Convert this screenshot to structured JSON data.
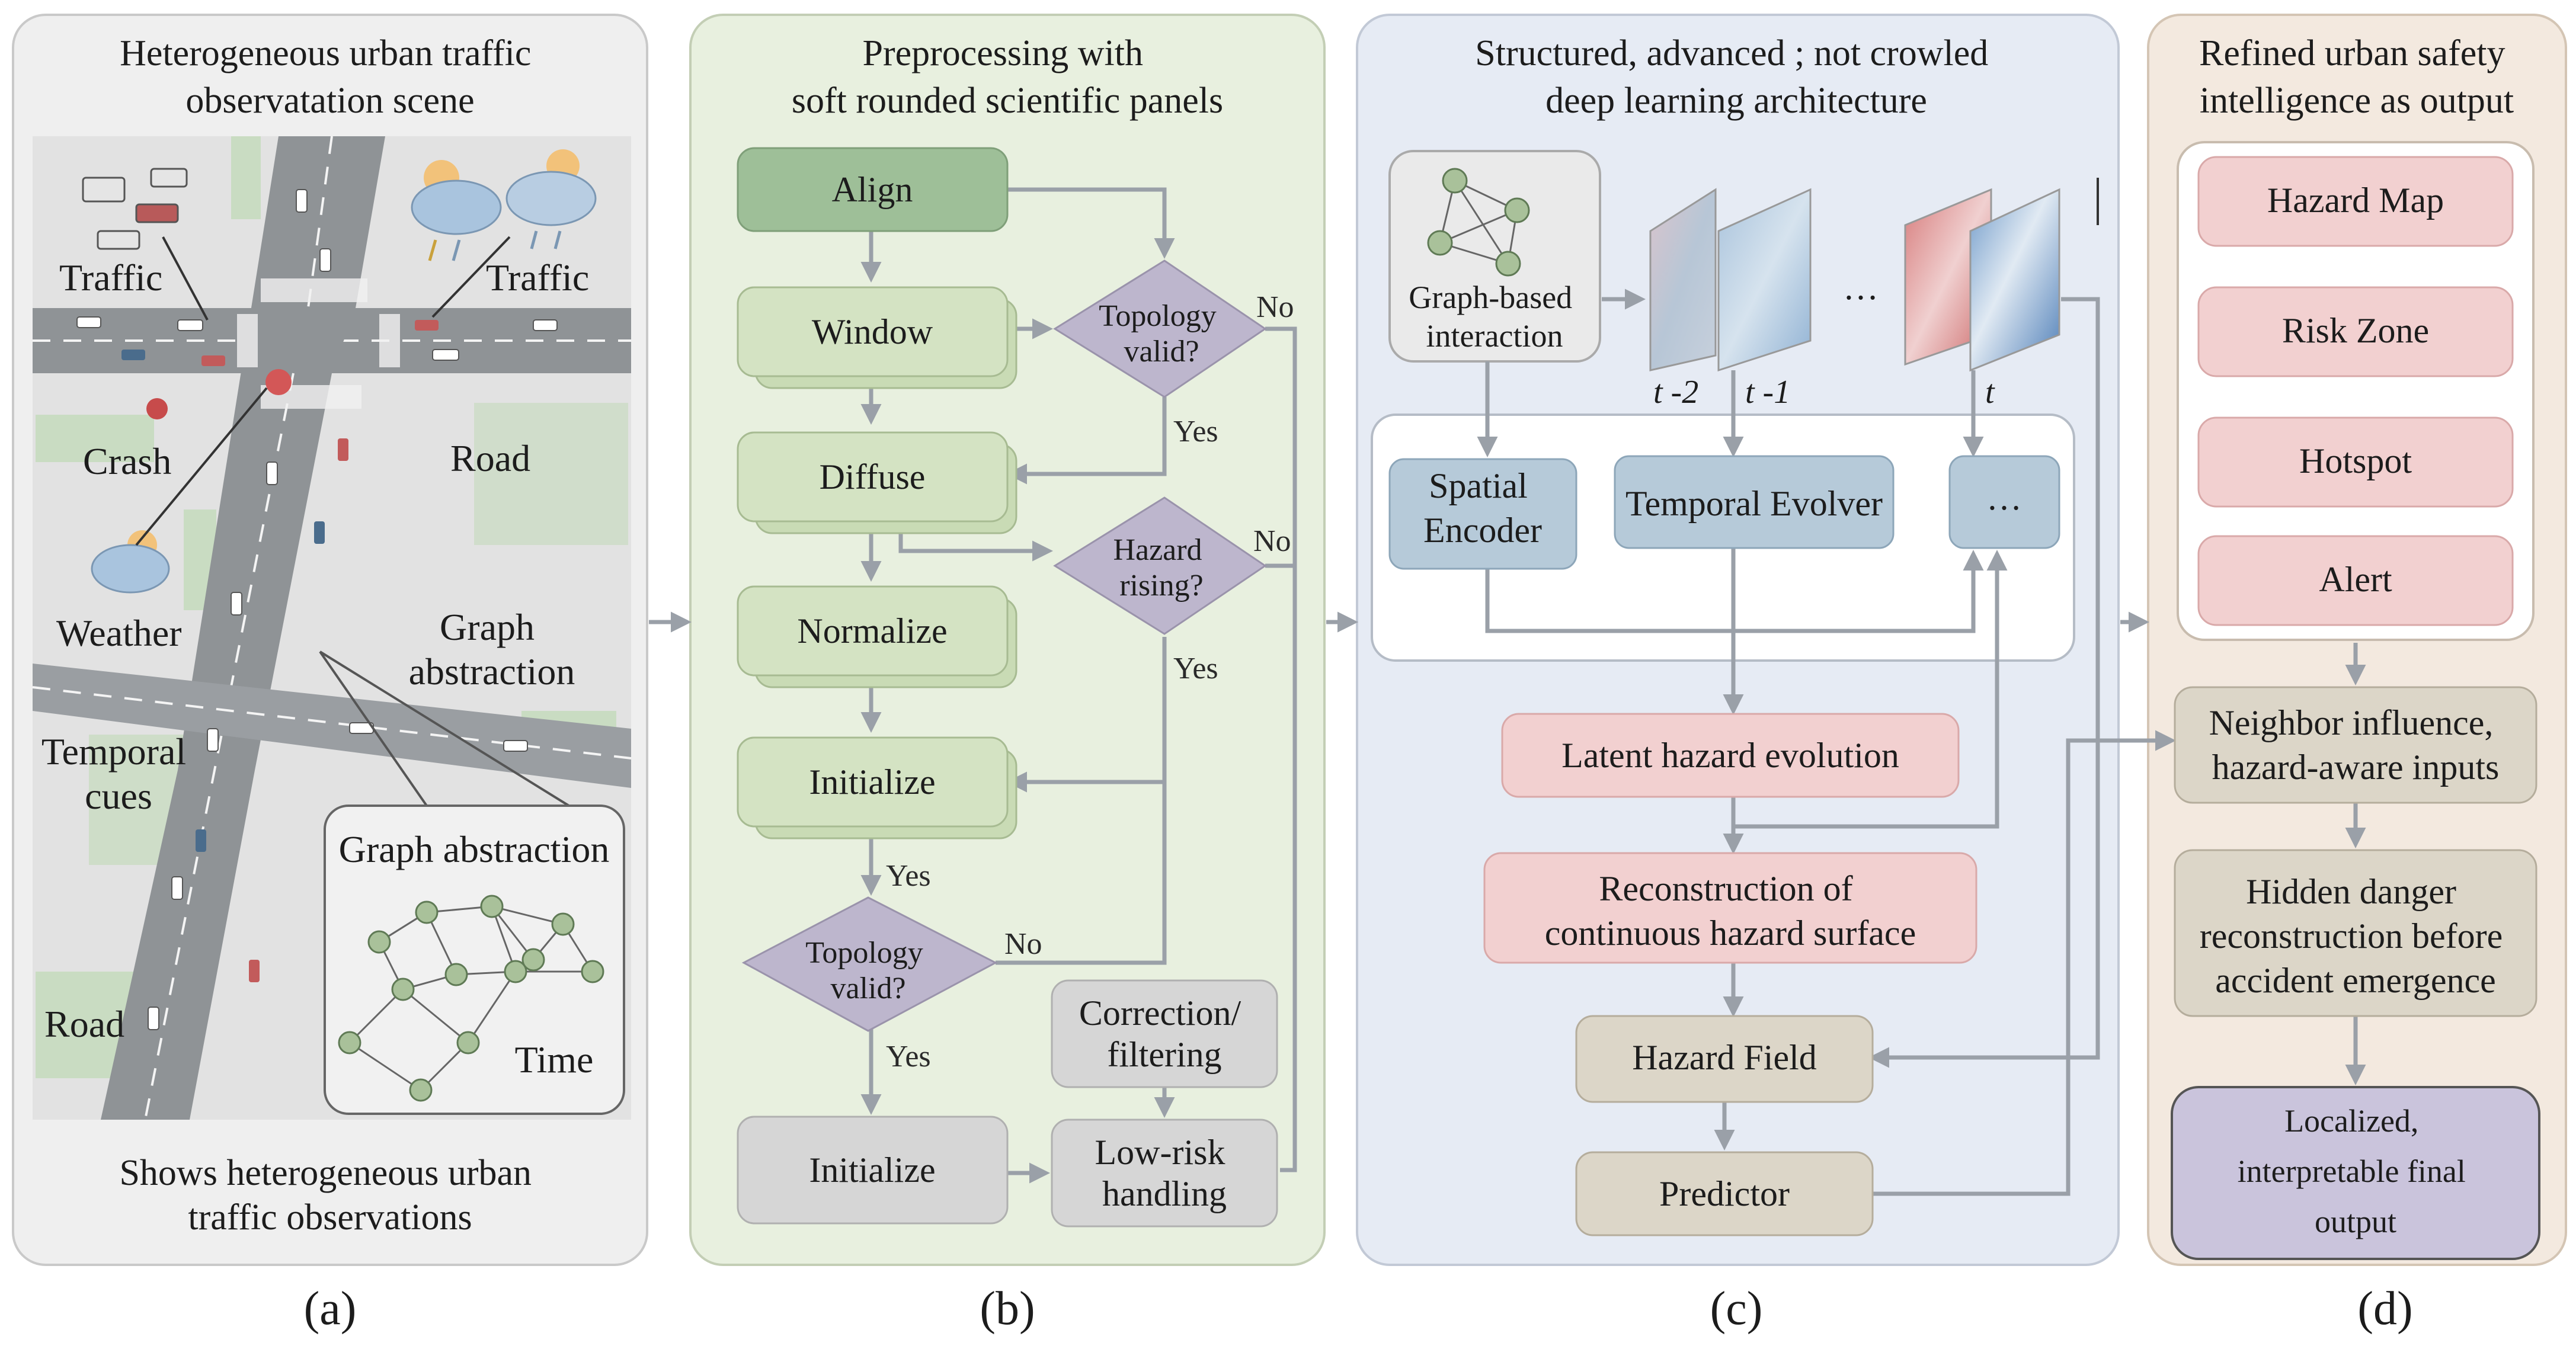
{
  "captions": [
    "(a)",
    "(b)",
    "(c)",
    "(d)"
  ],
  "panel_a": {
    "title": [
      "Heterogeneous urban traffic",
      "observatation scene"
    ],
    "labels": {
      "traffic_left": "Traffic",
      "traffic_right": "Traffic",
      "crash": "Crash",
      "road_top": "Road",
      "weather": "Weather",
      "graph_abstraction": [
        "Graph",
        "abstraction"
      ],
      "temporal_cues": [
        "Temporal",
        "cues"
      ],
      "road_bottom": "Road",
      "inset_title": "Graph abstraction",
      "inset_time": "Time"
    },
    "footer": [
      "Shows heterogeneous urban",
      "traffic observations"
    ]
  },
  "panel_b": {
    "title": [
      "Preprocessing with",
      "soft rounded scientific panels"
    ],
    "steps": {
      "align": "Align",
      "window": "Window",
      "diffuse": "Diffuse",
      "normalize": "Normalize",
      "initialize_green": "Initialize",
      "initialize_gray": "Initialize",
      "correction": [
        "Correction/",
        "filtering"
      ],
      "low_risk": [
        "Low-risk",
        "handling"
      ]
    },
    "decisions": {
      "topology_1": [
        "Topology",
        "valid?"
      ],
      "hazard": [
        "Hazard",
        "rising?"
      ],
      "topology_2": [
        "Topology",
        "valid?"
      ]
    },
    "edges": {
      "no": "No",
      "yes": "Yes"
    }
  },
  "panel_c": {
    "title": [
      "Structured, advanced ; not crowled",
      "deep learning architecture"
    ],
    "graph_box": [
      "Graph-based",
      "interaction"
    ],
    "time_labels": [
      "t -2",
      "t -1",
      "…",
      "t"
    ],
    "spatial_encoder": [
      "Spatial",
      "Encoder"
    ],
    "temporal_evolver": "Temporal Evolver",
    "more": "…",
    "latent": "Latent hazard evolution",
    "reconstruction": [
      "Reconstruction of",
      "continuous hazard surface"
    ],
    "hazard_field": "Hazard Field",
    "predictor": "Predictor"
  },
  "panel_d": {
    "title": [
      "Refined urban safety",
      "intelligence as output"
    ],
    "outputs": [
      "Hazard Map",
      "Risk Zone",
      "Hotspot",
      "Alert"
    ],
    "neighbor": [
      "Neighbor influence,",
      "hazard-aware inputs"
    ],
    "hidden": [
      "Hidden danger",
      "reconstruction before",
      "accident emergence"
    ],
    "final": [
      "Localized,",
      "interpretable final",
      "output"
    ]
  },
  "colors": {
    "panel_a_bg": "#efefef",
    "panel_b_bg": "#e8f0df",
    "panel_c_bg": "#e6ebf4",
    "panel_d_bg": "#f3e9df",
    "green_box": "#d4e3c3",
    "dark_green_box": "#9ebf98",
    "diamond": "#bdb6cd",
    "gray_box": "#d6d6d6",
    "blue_box": "#b6cad9",
    "pink_box": "#f2d0d0",
    "beige_box": "#dcd6c8",
    "purple_box": "#cac4dc",
    "arrow": "#9aa0a8"
  }
}
